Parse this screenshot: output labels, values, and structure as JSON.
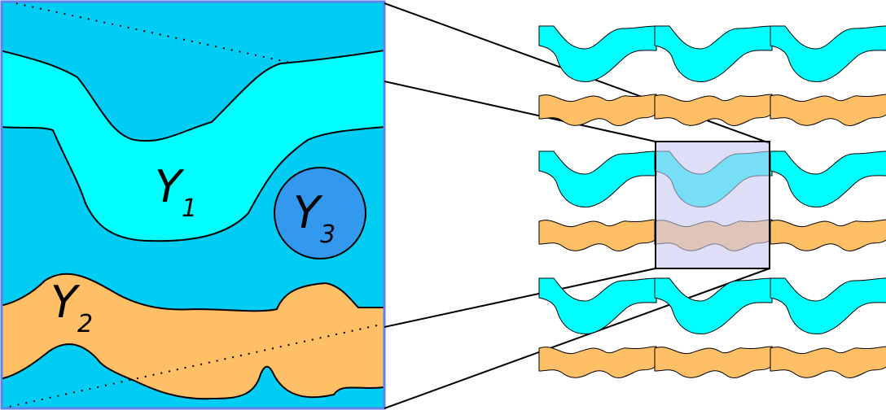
{
  "labels": {
    "y1": {
      "base": "Y",
      "sub": "1"
    },
    "y2": {
      "base": "Y",
      "sub": "2"
    },
    "y3": {
      "base": "Y",
      "sub": "3"
    }
  },
  "colors": {
    "cell_fill": "#00ccf4",
    "cell_border": "#5a82f0",
    "phase1": "#00ffff",
    "phase2": "#ffbf66",
    "inclusion": "#3399ee",
    "window_fill": "#c8c8f0",
    "stroke": "#000000"
  }
}
